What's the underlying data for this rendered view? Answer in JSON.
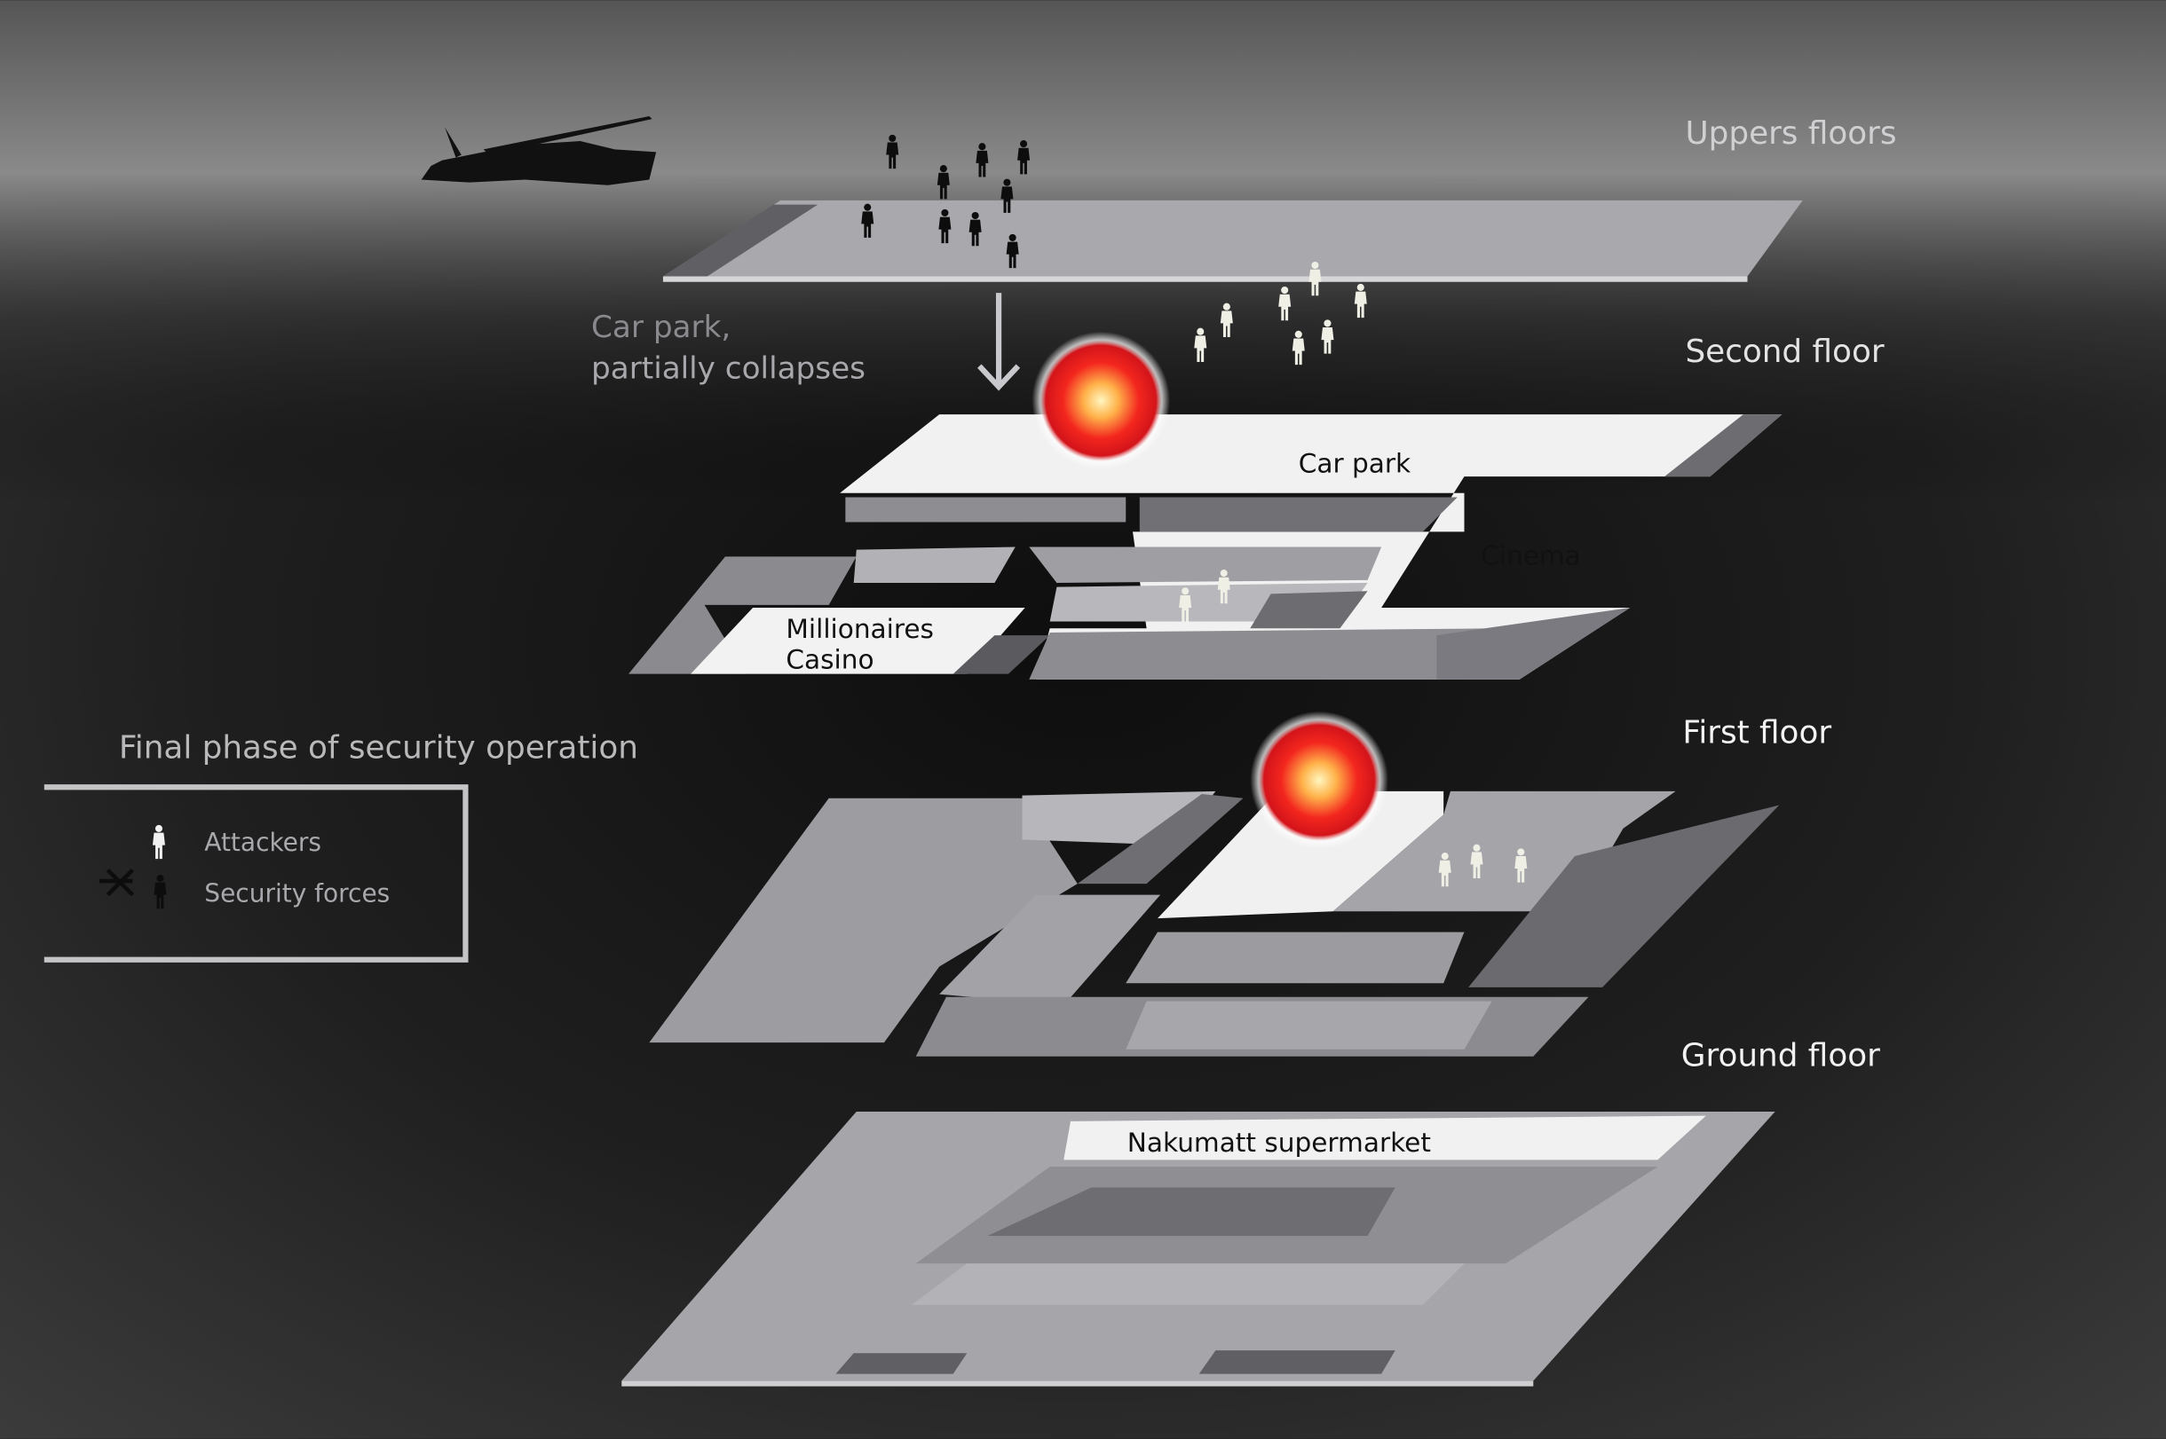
{
  "floors": {
    "upper": "Uppers floors",
    "second": "Second floor",
    "first": "First floor",
    "ground": "Ground floor"
  },
  "annotations": {
    "collapse_line1": "Car park,",
    "collapse_line2": "partially collapses",
    "car_park": "Car park",
    "cinema": "Cinema",
    "casino_line1": "Millionaires",
    "casino_line2": "Casino",
    "supermarket": "Nakumatt supermarket"
  },
  "legend": {
    "title": "Final phase of security operation",
    "items": [
      {
        "label": "Attackers",
        "icon": "white-person-icon"
      },
      {
        "label": "Security forces",
        "icon": "black-person-icon"
      }
    ]
  },
  "colors": {
    "background": "#2a2a2a",
    "floor_light": "#f2f2f2",
    "floor_mid": "#a9a9ad",
    "floor_dark": "#6f6f74",
    "explosion": "#e8141a"
  }
}
